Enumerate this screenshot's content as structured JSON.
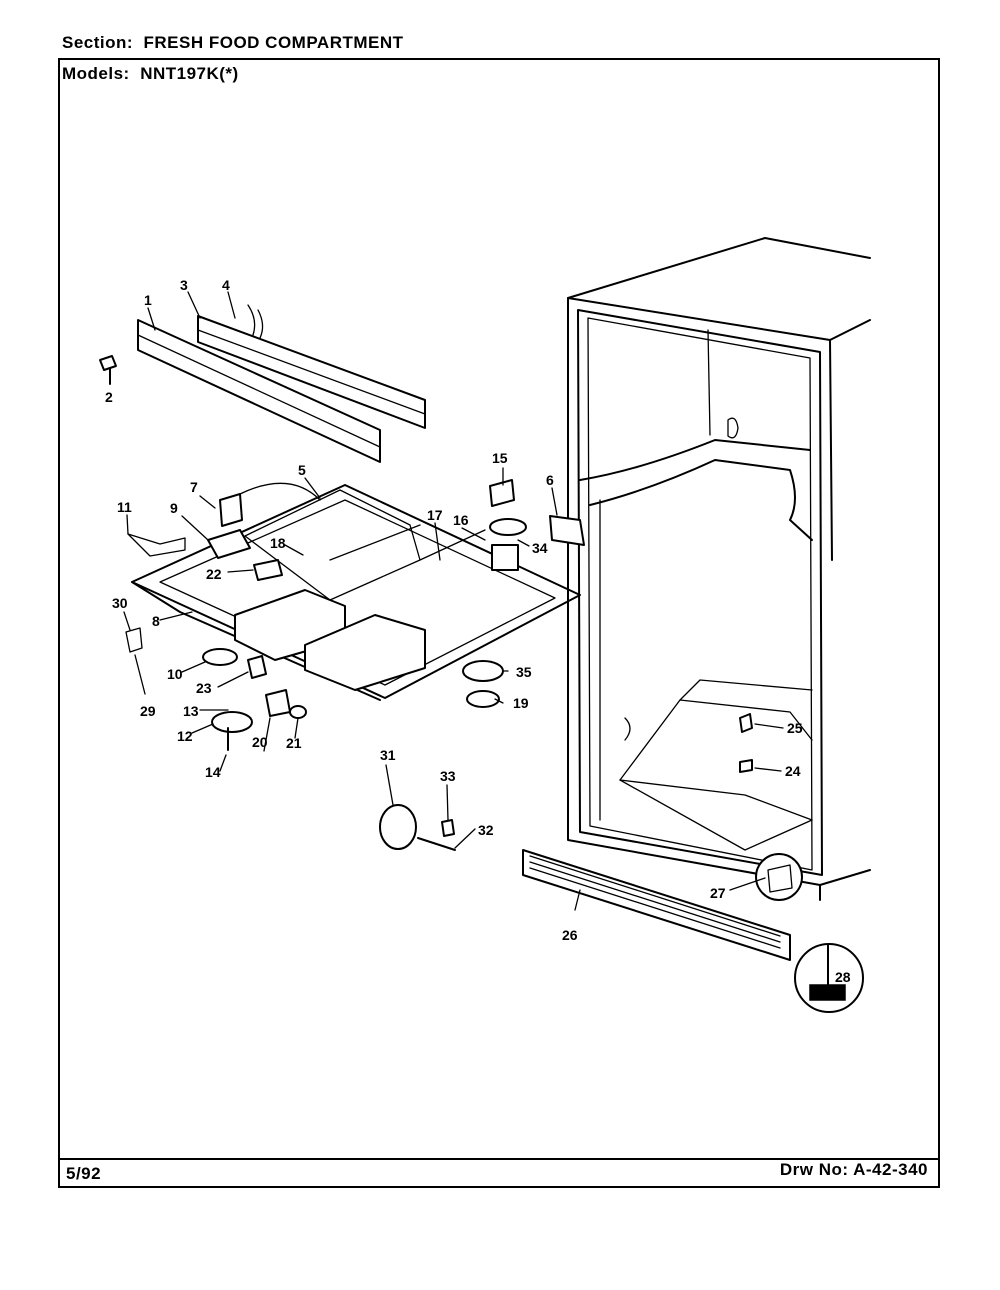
{
  "header": {
    "section_label": "Section:",
    "section_value": "FRESH FOOD COMPARTMENT",
    "models_label": "Models:",
    "models_value": "NNT197K(*)"
  },
  "footer": {
    "date": "5/92",
    "drawing_number": "Drw No: A-42-340"
  },
  "callouts": [
    "1",
    "2",
    "3",
    "4",
    "5",
    "6",
    "7",
    "8",
    "9",
    "10",
    "11",
    "12",
    "13",
    "14",
    "15",
    "16",
    "17",
    "18",
    "19",
    "20",
    "21",
    "22",
    "23",
    "24",
    "25",
    "26",
    "27",
    "28",
    "29",
    "30",
    "31",
    "32",
    "33",
    "34",
    "35"
  ]
}
